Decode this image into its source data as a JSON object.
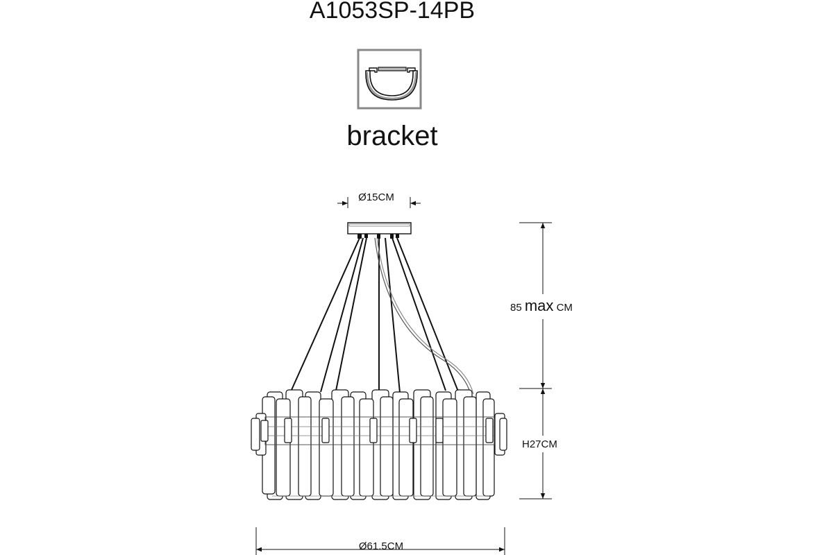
{
  "model": "A1053SP-14PB",
  "mount": {
    "label": "bracket",
    "icon": "bracket-mount-icon"
  },
  "dimensions": {
    "canopy_diameter": "Ø15CM",
    "cable_length": {
      "value": "85",
      "qualifier": "max",
      "unit": "CM"
    },
    "height": "H27CM",
    "diameter": "Ø61.5CM"
  },
  "colors": {
    "line": "#111111",
    "icon_frame": "#888888",
    "background": "#ffffff"
  }
}
